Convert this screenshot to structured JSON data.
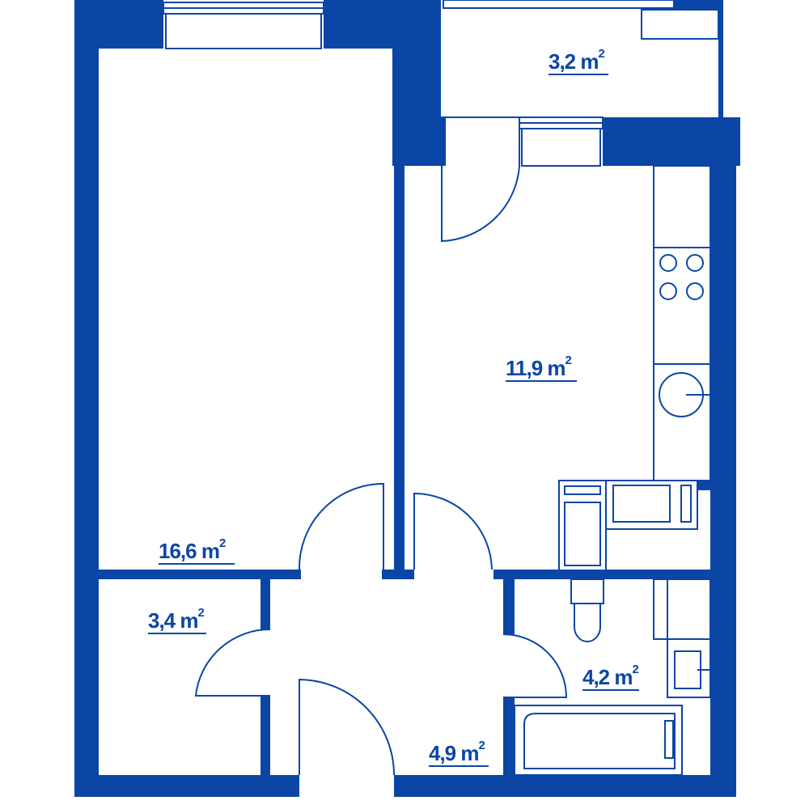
{
  "plan": {
    "wall_color": "#0b46a6",
    "rooms": [
      {
        "id": "room",
        "area": "16,6 m",
        "sup": "2"
      },
      {
        "id": "balcony",
        "area": "3,2 m",
        "sup": "2"
      },
      {
        "id": "kitchen",
        "area": "11,9 m",
        "sup": "2"
      },
      {
        "id": "storage",
        "area": "3,4 m",
        "sup": "2"
      },
      {
        "id": "bathroom",
        "area": "4,2 m",
        "sup": "2"
      },
      {
        "id": "hallway",
        "area": "4,9 m",
        "sup": "2"
      }
    ]
  }
}
